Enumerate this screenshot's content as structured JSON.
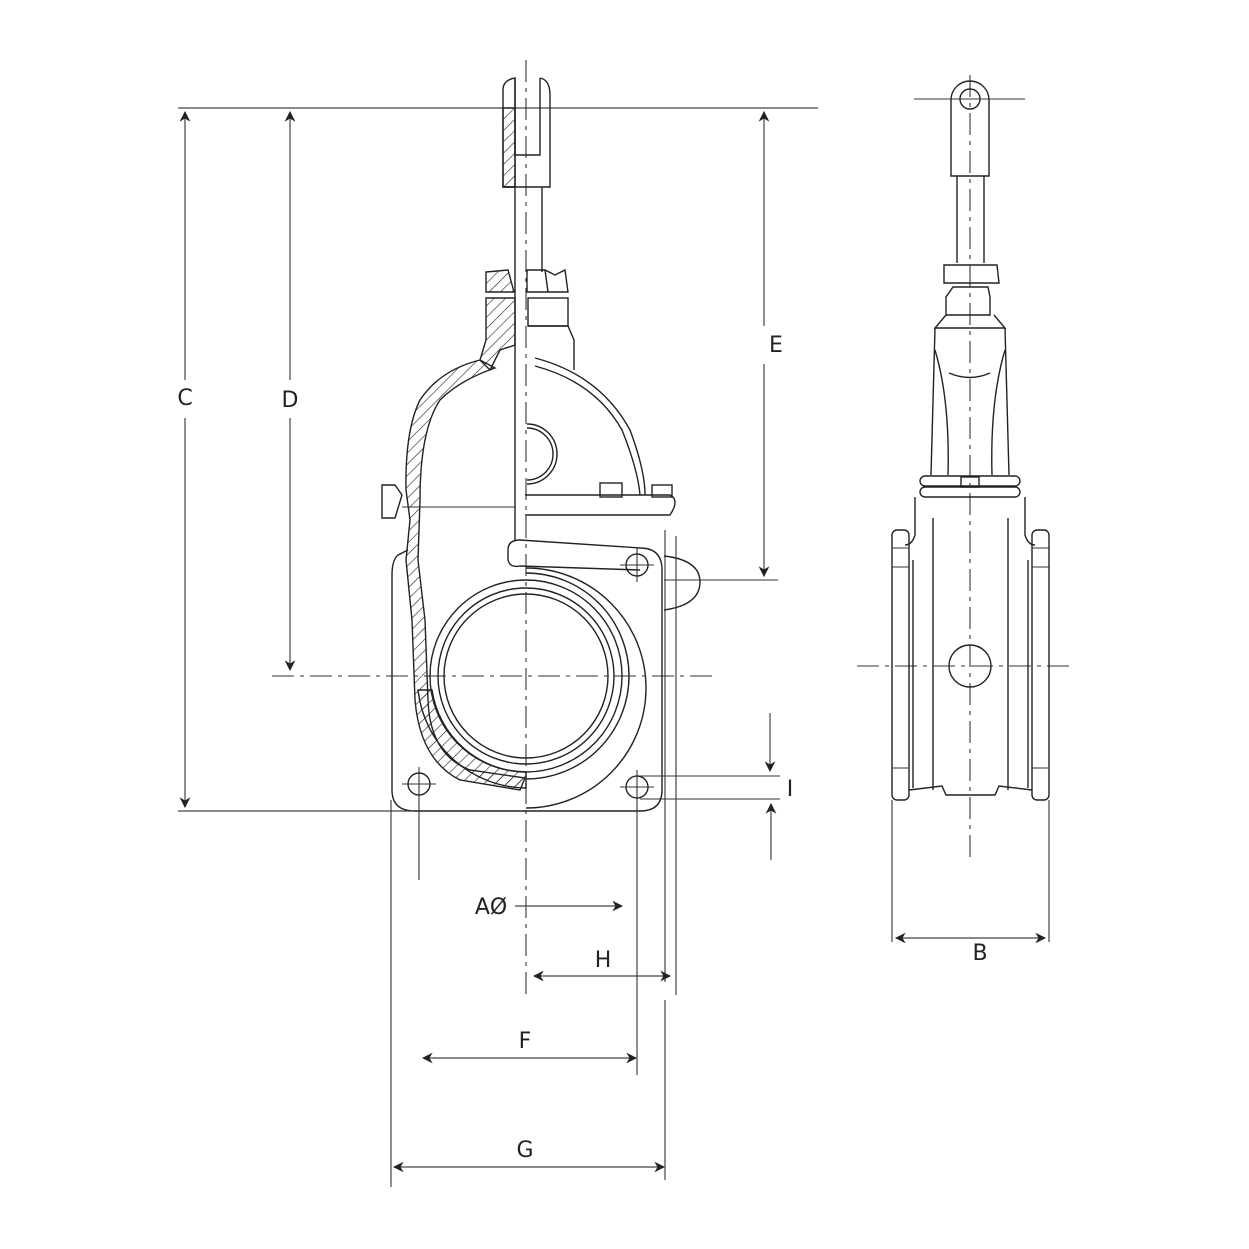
{
  "drawing": {
    "subject": "Gate valve technical drawing",
    "views": [
      "front-section-view",
      "side-view"
    ],
    "colors": {
      "line": "#222222",
      "background": "#ffffff"
    }
  },
  "dimensions": {
    "A": {
      "label": "AØ",
      "meaning": "bore diameter"
    },
    "B": {
      "label": "B"
    },
    "C": {
      "label": "C"
    },
    "D": {
      "label": "D"
    },
    "E": {
      "label": "E"
    },
    "F": {
      "label": "F"
    },
    "G": {
      "label": "G"
    },
    "H": {
      "label": "H"
    },
    "I": {
      "label": "I"
    }
  }
}
